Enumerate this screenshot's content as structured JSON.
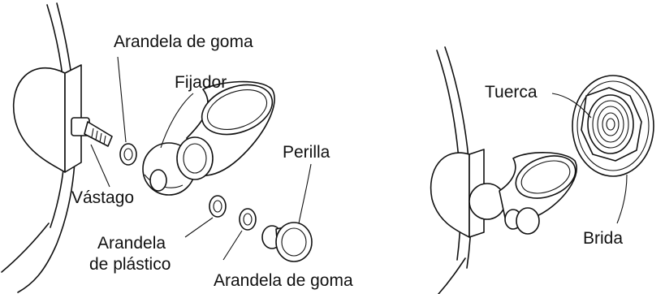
{
  "left_diagram": {
    "labels": {
      "washer_top": "Arandela de goma",
      "retainer": "Fijador",
      "knob": "Perilla",
      "stem": "Vástago",
      "plastic_washer_line1": "Arandela",
      "plastic_washer_line2": "de plástico",
      "washer_bottom": "Arandela de goma"
    }
  },
  "right_diagram": {
    "labels": {
      "nut": "Tuerca",
      "flange": "Brida"
    }
  },
  "colors": {
    "ink": "#111111",
    "paper": "#ffffff"
  }
}
